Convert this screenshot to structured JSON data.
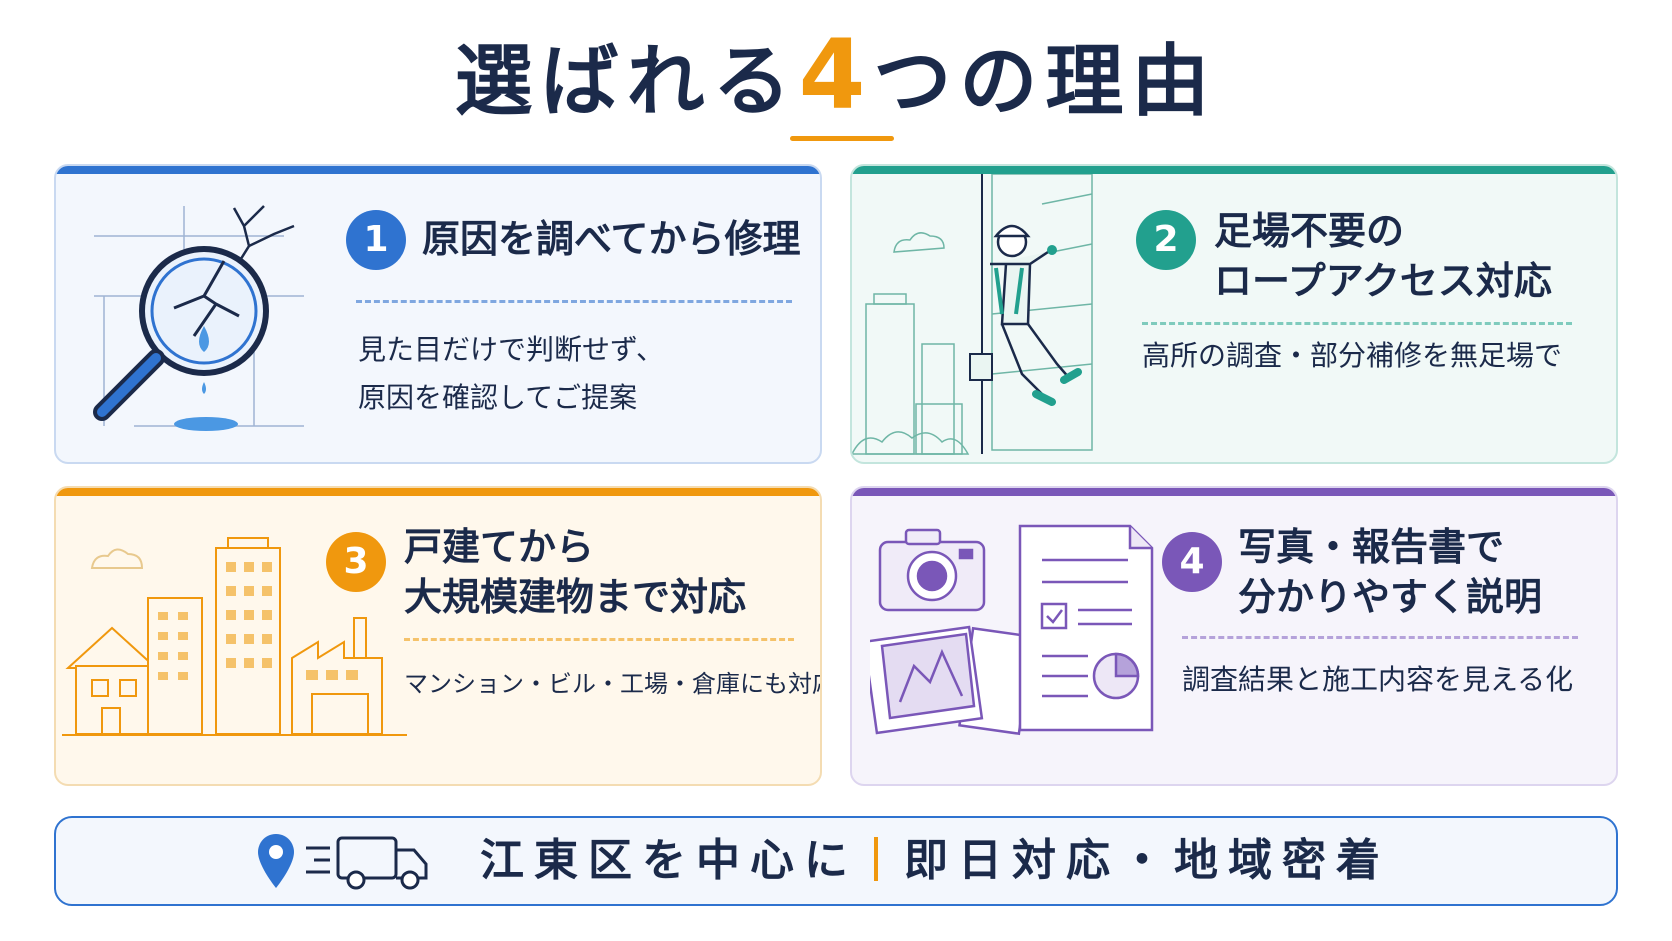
{
  "title": {
    "prefix": "選ばれる",
    "number": "4",
    "suffix": "つの理由"
  },
  "colors": {
    "navy": "#1b2a4a",
    "blue": "#2f73d0",
    "teal": "#22a08e",
    "orange": "#f0980e",
    "purple": "#7a57b8"
  },
  "reasons": [
    {
      "number": "1",
      "heading": "原因を調べてから修理",
      "desc_line1": "見た目だけで判断せず、",
      "desc_line2": "原因を確認してご提案",
      "icon": "magnifier-crack-icon"
    },
    {
      "number": "2",
      "heading_line1": "足場不要の",
      "heading_line2": "ロープアクセス対応",
      "desc": "高所の調査・部分補修を無足場で",
      "icon": "rope-access-worker-icon"
    },
    {
      "number": "3",
      "heading_line1": "戸建てから",
      "heading_line2": "大規模建物まで対応",
      "desc": "マンション・ビル・工場・倉庫にも対応",
      "icon": "buildings-icon"
    },
    {
      "number": "4",
      "heading_line1": "写真・報告書で",
      "heading_line2": "分かりやすく説明",
      "desc": "調査結果と施工内容を見える化",
      "icon": "camera-report-icon"
    }
  ],
  "footer": {
    "left": "江東区を中心に",
    "right": "即日対応・地域密着",
    "icons": [
      "map-pin-icon",
      "delivery-truck-icon"
    ]
  }
}
